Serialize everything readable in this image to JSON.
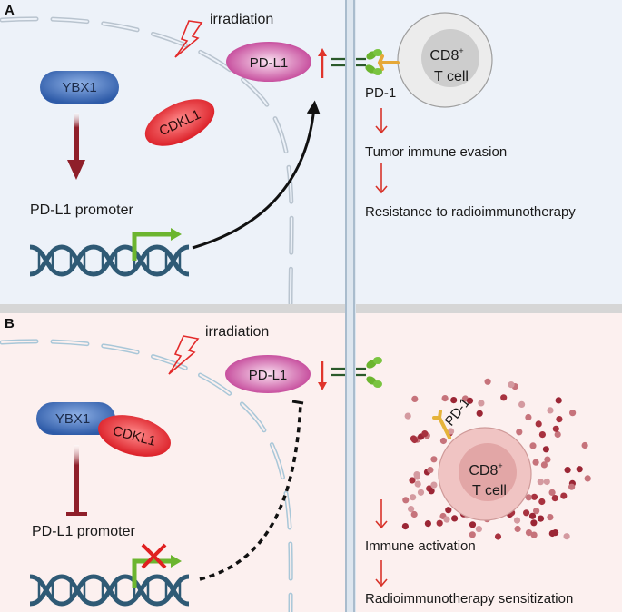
{
  "colors": {
    "panel_a_bg": "#edf2f9",
    "panel_b_bg": "#fcf0ef",
    "divider": "#d6d6d6",
    "membrane": "#b4c6d6",
    "ybx1": "#3f6fb8",
    "cdkl1": "#e3262c",
    "pdl1": "#c43f98",
    "dna": "#2f5a75",
    "tss_arrow": "#6cb52f",
    "pd1": "#e6a837",
    "red_arrow": "#d8332a",
    "ybx1_arrow": "#8f1f2a"
  },
  "panel_a": {
    "letter": "A",
    "irradiation": "irradiation",
    "ybx1": "YBX1",
    "cdkl1": "CDKL1",
    "pdl1": "PD-L1",
    "pdl1_change": "up",
    "promoter": "PD-L1 promoter",
    "pd1": "PD-1",
    "tcell_line1": "CD8",
    "tcell_sup": "+",
    "tcell_line2": "T cell",
    "outcome_1": "Tumor immune evasion",
    "outcome_2": "Resistance to radioimmunotherapy"
  },
  "panel_b": {
    "letter": "B",
    "irradiation": "irradiation",
    "ybx1": "YBX1",
    "cdkl1": "CDKL1",
    "pdl1": "PD-L1",
    "pdl1_change": "down",
    "promoter": "PD-L1 promoter",
    "pd1": "PD-1",
    "tcell_line1": "CD8",
    "tcell_sup": "+",
    "tcell_line2": "T cell",
    "outcome_1": "Immune activation",
    "outcome_2": "Radioimmunotherapy sensitization"
  }
}
